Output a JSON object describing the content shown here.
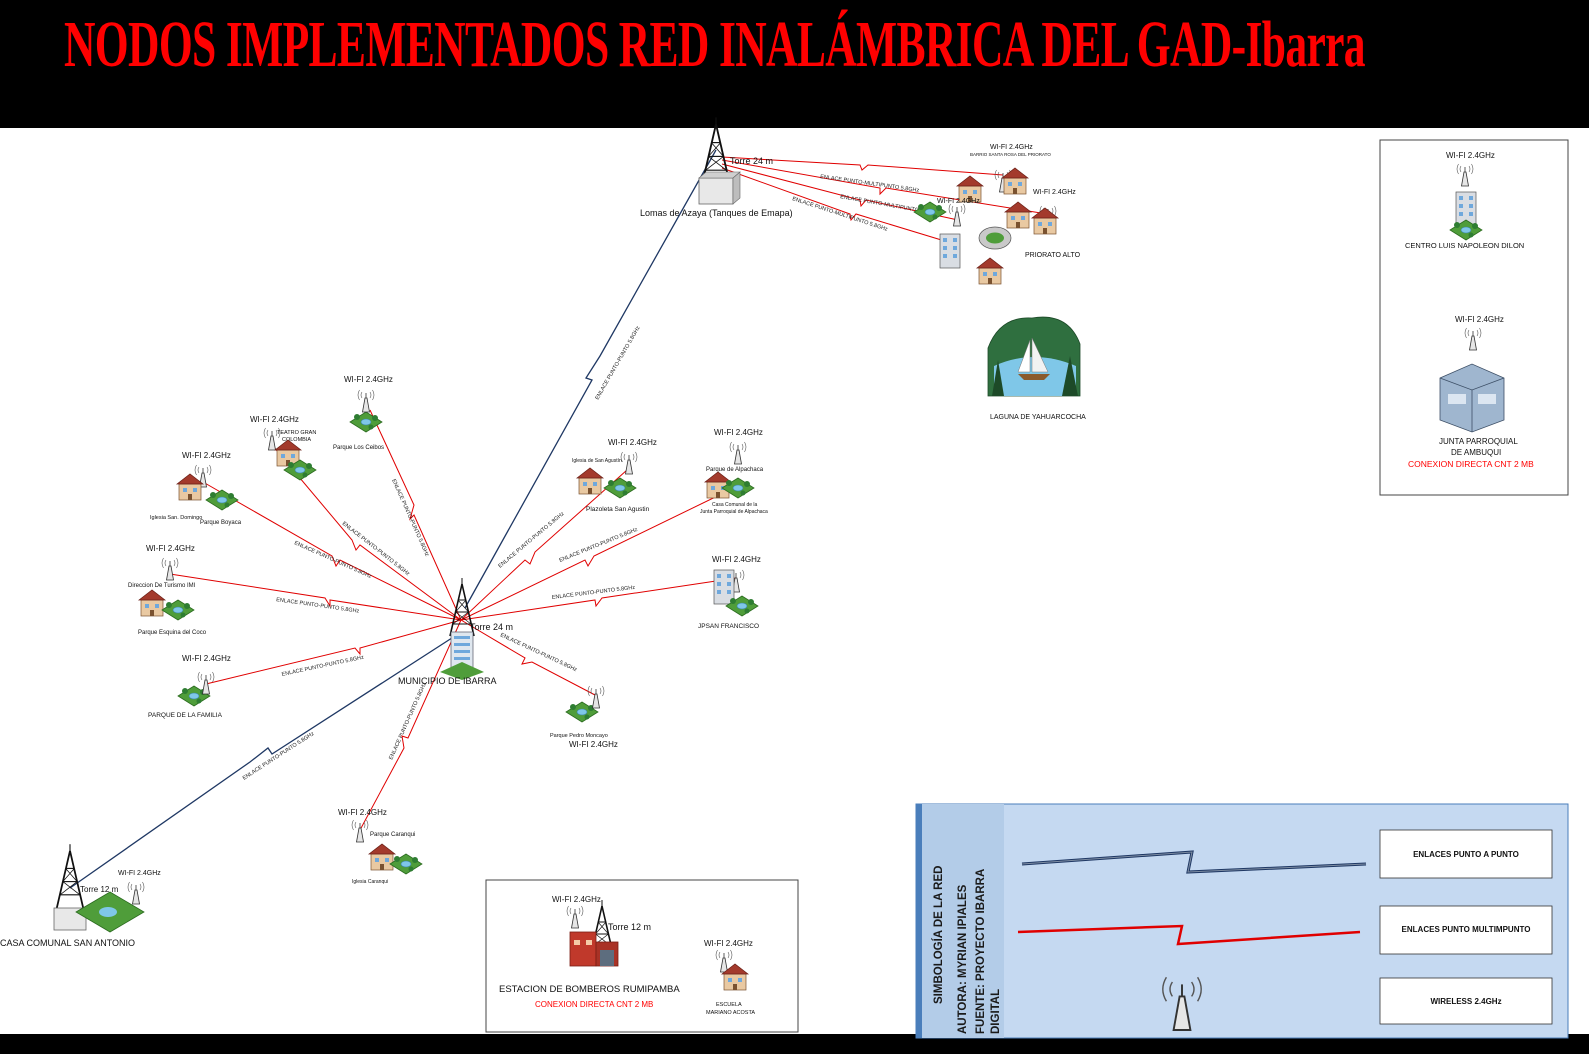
{
  "title": "NODOS IMPLEMENTADOS RED INALÁMBRICA DEL GAD-Ibarra",
  "colors": {
    "title": "#ff0000",
    "ptp_link": "#1f3864",
    "ptmp_link": "#e00000",
    "legend_bg": "#c5d9f1",
    "legend_side": "#4a7ebb",
    "cnt_text": "#ff0000"
  },
  "icons": {
    "tower": "lattice-tower-icon",
    "building": "building-icon",
    "park": "park-icon",
    "wifi": "wifi-antenna-icon",
    "lake": "lake-icon"
  },
  "hubs": {
    "lomas": {
      "name": "Lomas de Azaya (Tanques de Emapa)",
      "tower": "Torre 24 m"
    },
    "municipio": {
      "name": "MUNICIPIO DE IBARRA",
      "tower": "Torre 24 m"
    },
    "san_antonio": {
      "name": "CASA COMUNAL SAN ANTONIO",
      "tower": "Torre 12 m",
      "wifi": "WI-FI 2.4GHz"
    }
  },
  "priorato": {
    "wifi_1": "WI-FI 2.4GHz",
    "barrio": "BARRIO SANTA ROSA DEL PRIORATO",
    "wifi_2": "WI-FI 2.4GHz",
    "wifi_3": "WI-FI 2.4GHz",
    "priorato_alto": "PRIORATO ALTO",
    "lake": "LAGUNA DE YAHUARCOCHA"
  },
  "nodes": {
    "parque_ceibos": {
      "wifi": "WI-FI 2.4GHz",
      "name": "Parque Los Ceibos"
    },
    "teatro": {
      "wifi": "WI-FI 2.4GHz",
      "name_1": "TEATRO GRAN",
      "name_2": "COLOMBIA"
    },
    "boyaca": {
      "wifi": "WI-FI 2.4GHz",
      "name_1": "Iglesia San. Domingo",
      "name_2": "Parque Boyaca"
    },
    "turismo": {
      "wifi": "WI-FI 2.4GHz",
      "name_1": "Direccion De Turismo IMI",
      "name_2": "Parque Esquina del Coco"
    },
    "familia": {
      "wifi": "WI-FI 2.4GHz",
      "name": "PARQUE DE LA FAMILIA"
    },
    "san_agustin": {
      "wifi": "WI-FI 2.4GHz",
      "name_1": "Iglesia de San Agustín",
      "name_2": "Plazoleta San Agustin"
    },
    "alpachaca": {
      "wifi": "WI-FI 2.4GHz",
      "name_1": "Parque de Alpachaca",
      "name_2": "Casa Comunal de la",
      "name_3": "Junta Parroquial de Alpachaca"
    },
    "jp_san_francisco": {
      "wifi": "WI-FI 2.4GHz",
      "name": "JPSAN FRANCISCO"
    },
    "pedro_moncayo": {
      "wifi": "WI-FI 2.4GHz",
      "name": "Parque Pedro Moncayo"
    },
    "caranqui": {
      "wifi": "WI-FI 2.4GHz",
      "name_1": "Parque Caranqui",
      "name_2": "Iglesia Caranqui"
    }
  },
  "links": {
    "ptp": "ENLACE PUNTO-PUNTO 5.8GHz",
    "ptmp": "ENLACE PUNTO-MULTIPUNTO 5.8GHz"
  },
  "right_panel": {
    "wifi_1": "WI-FI 2.4GHz",
    "centro": "CENTRO LUIS NAPOLEON DILON",
    "wifi_2": "WI-FI 2.4GHz",
    "junta_1": "JUNTA PARROQUIAL",
    "junta_2": "DE AMBUQUI",
    "cnt": "CONEXION DIRECTA CNT 2 MB"
  },
  "bomberos_panel": {
    "wifi_1": "WI-FI 2.4GHz",
    "tower": "Torre 12 m",
    "name": "ESTACION DE BOMBEROS RUMIPAMBA",
    "cnt": "CONEXION DIRECTA CNT 2 MB",
    "wifi_2": "WI-FI 2.4GHz",
    "escuela_1": "ESCUELA",
    "escuela_2": "MARIANO ACOSTA"
  },
  "legend": {
    "side_1": "SIMBOLOGÍA DE LA RED",
    "side_2": "AUTORA: MYRIAN IPIALES",
    "side_3": "FUENTE:   PROYECTO   IBARRA",
    "side_4": "DIGITAL",
    "ptp": "ENLACES PUNTO A PUNTO",
    "ptmp": "ENLACES PUNTO MULTIMPUNTO",
    "wireless": "WIRELESS 2.4GHz"
  }
}
